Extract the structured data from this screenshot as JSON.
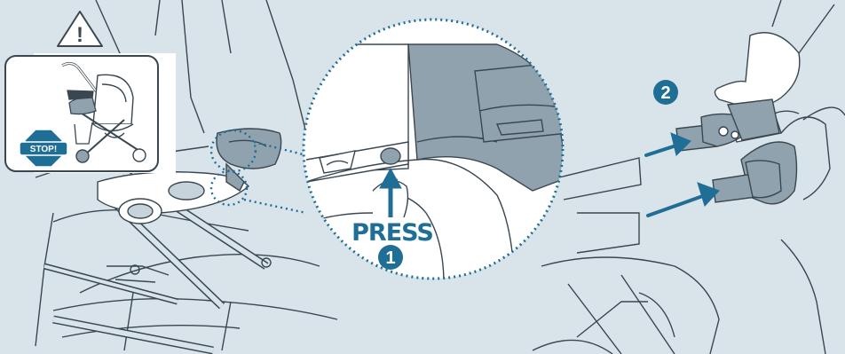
{
  "colors": {
    "background": "#d9e3ea",
    "accent": "#1f6e96",
    "line": "#3a4750",
    "fill_gray": "#8fa2ae",
    "white": "#ffffff"
  },
  "labels": {
    "press": "PRESS",
    "step1": "1",
    "step2": "2",
    "stop": "STOP!",
    "warning_mark": "!"
  },
  "icons": {
    "warning": "warning-triangle-icon",
    "stop": "stop-sign-icon"
  }
}
